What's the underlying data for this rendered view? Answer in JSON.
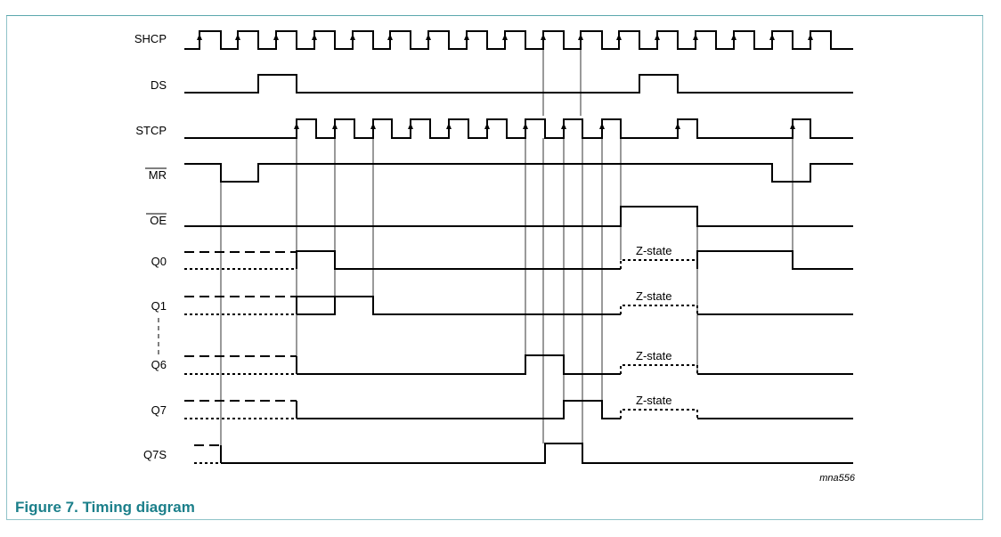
{
  "figure": {
    "caption": "Figure 7. Timing diagram",
    "reference": "mna556",
    "z_state_label": "Z-state"
  },
  "signals": [
    {
      "id": "shcp",
      "label": "SHCP"
    },
    {
      "id": "ds",
      "label": "DS"
    },
    {
      "id": "stcp",
      "label": "STCP"
    },
    {
      "id": "mr",
      "label": "MR",
      "active_low": true
    },
    {
      "id": "oe",
      "label": "OE",
      "active_low": true
    },
    {
      "id": "q0",
      "label": "Q0"
    },
    {
      "id": "q1",
      "label": "Q1"
    },
    {
      "id": "q6",
      "label": "Q6"
    },
    {
      "id": "q7",
      "label": "Q7"
    },
    {
      "id": "q7s",
      "label": "Q7S"
    }
  ]
}
